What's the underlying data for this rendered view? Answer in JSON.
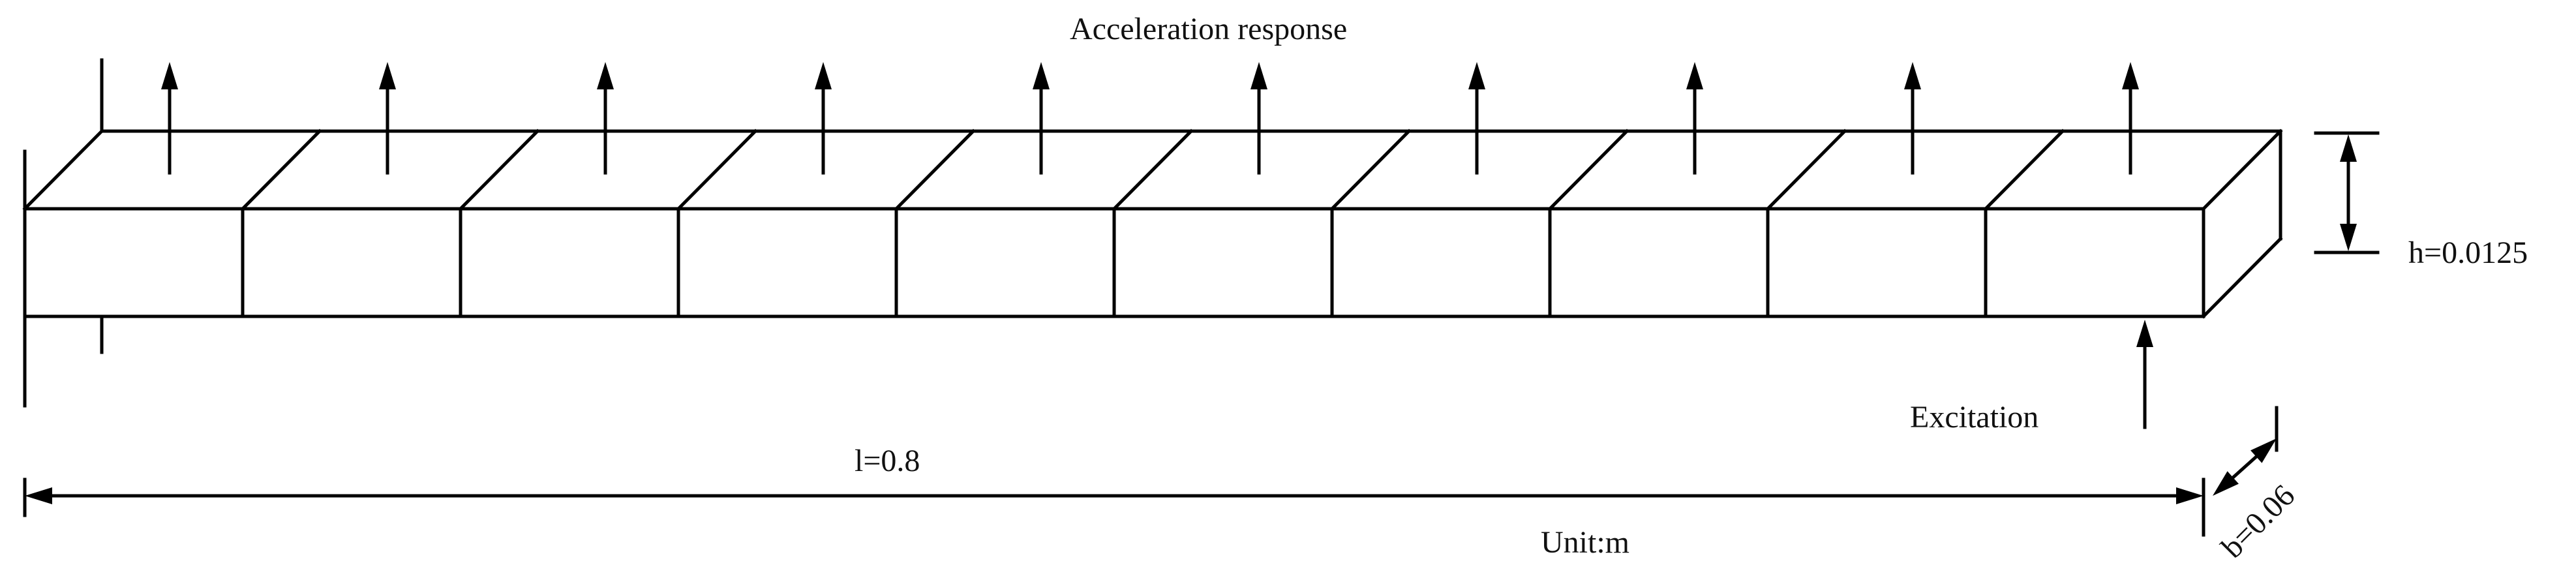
{
  "labels": {
    "acceleration": "Acceleration response",
    "height": "h=0.0125",
    "excitation": "Excitation",
    "length": "l=0.8",
    "width": "b=0.06",
    "unit": "Unit:m"
  },
  "beam": {
    "elements": 10,
    "response_arrows": 10,
    "excitation_arrows": 1
  },
  "colors": {
    "line": "#000000",
    "text": "#111111",
    "background": "#ffffff"
  }
}
